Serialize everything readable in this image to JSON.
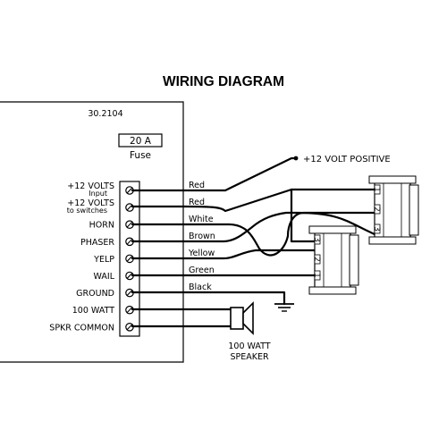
{
  "title": "WIRING DIAGRAM",
  "module": {
    "part_number": "30.2104",
    "fuse_rating": "20 A",
    "fuse_label": "Fuse",
    "terminals": [
      {
        "label": "+12 VOLTS",
        "sublabel": "Input"
      },
      {
        "label": "+12 VOLTS",
        "sublabel": "to switches"
      },
      {
        "label": "HORN",
        "sublabel": ""
      },
      {
        "label": "PHASER",
        "sublabel": ""
      },
      {
        "label": "YELP",
        "sublabel": ""
      },
      {
        "label": "WAIL",
        "sublabel": ""
      },
      {
        "label": "GROUND",
        "sublabel": ""
      },
      {
        "label": "100 WATT",
        "sublabel": ""
      },
      {
        "label": "SPKR COMMON",
        "sublabel": ""
      }
    ]
  },
  "wires": [
    "Red",
    "Red",
    "White",
    "Brown",
    "Yellow",
    "Green",
    "Black"
  ],
  "positive_label": "+12 VOLT POSITIVE",
  "switch_top_pins": [
    "1",
    "2",
    "3"
  ],
  "switch_bottom_pins": [
    "3",
    "2",
    "1"
  ],
  "speaker": {
    "line1": "100 WATT",
    "line2": "SPEAKER"
  }
}
